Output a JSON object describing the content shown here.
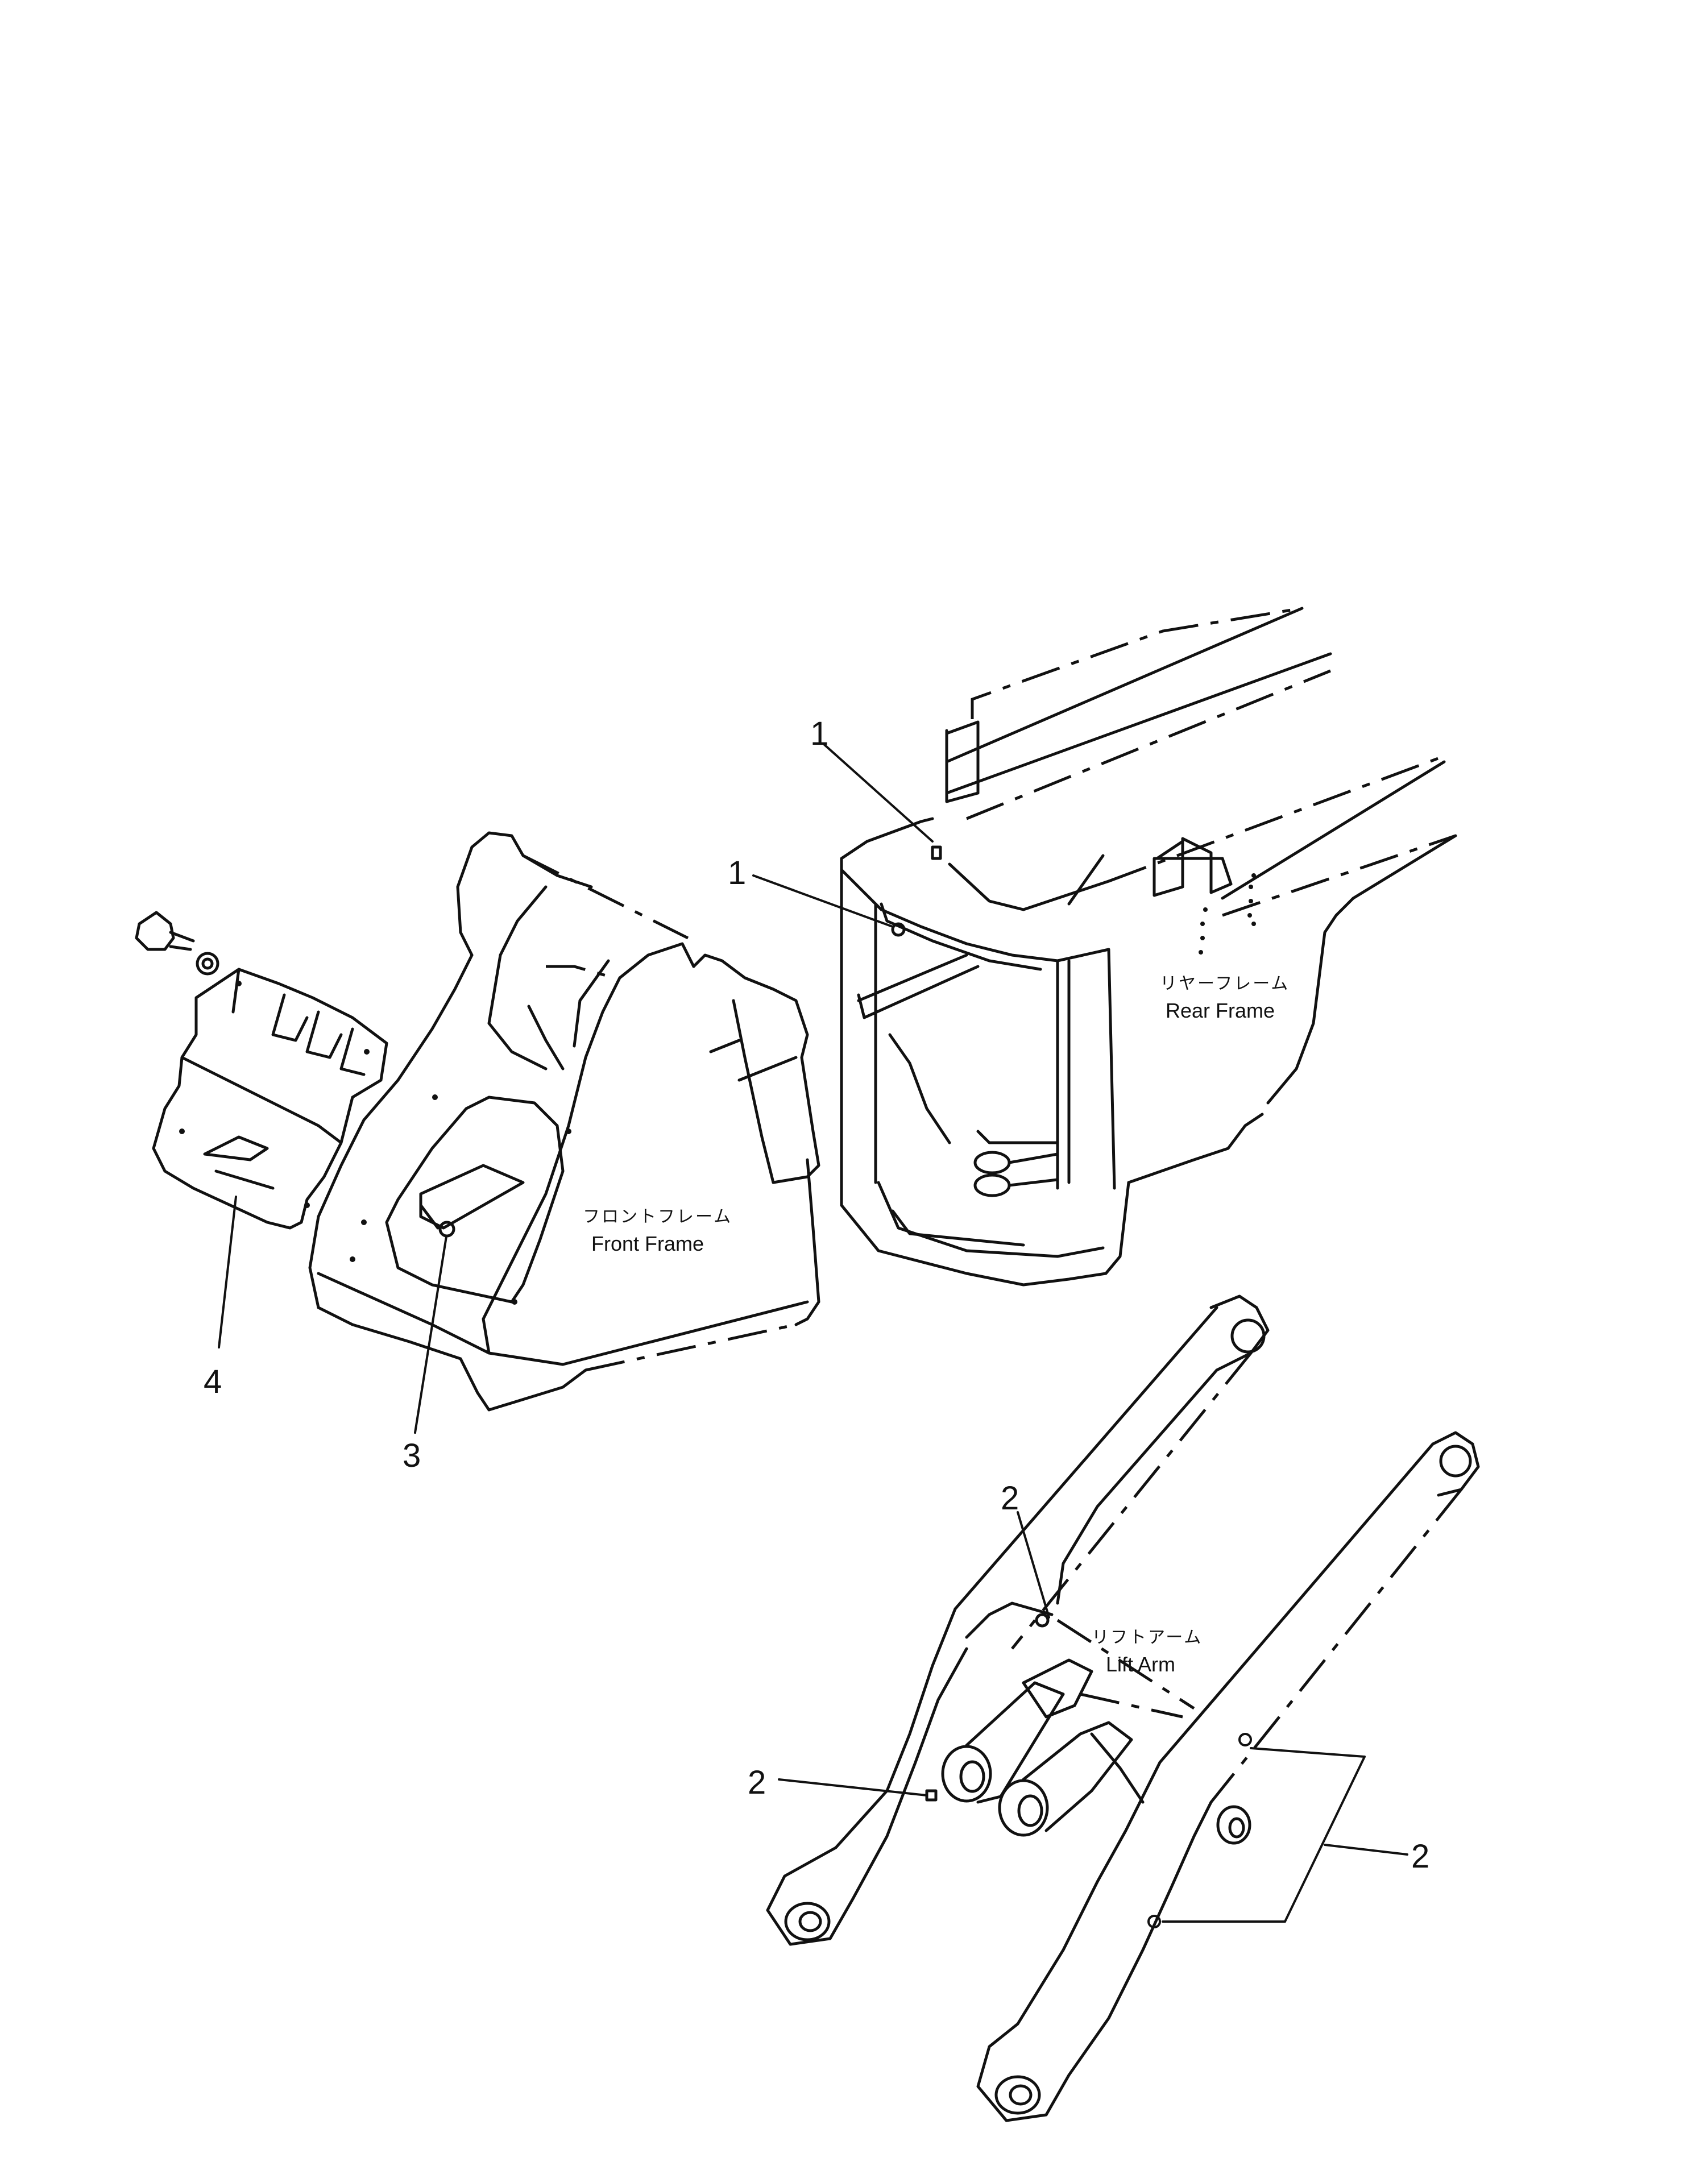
{
  "labels": {
    "front_frame_ja": "フロントフレーム",
    "front_frame_en": "Front Frame",
    "rear_frame_ja": "リヤーフレーム",
    "rear_frame_en": "Rear Frame",
    "lift_arm_ja": "リフトアーム",
    "lift_arm_en": "Lift Arm"
  },
  "callouts": {
    "c1a": "1",
    "c1b": "1",
    "c2a": "2",
    "c2b": "2",
    "c2c": "2",
    "c3": "3",
    "c4": "4"
  }
}
